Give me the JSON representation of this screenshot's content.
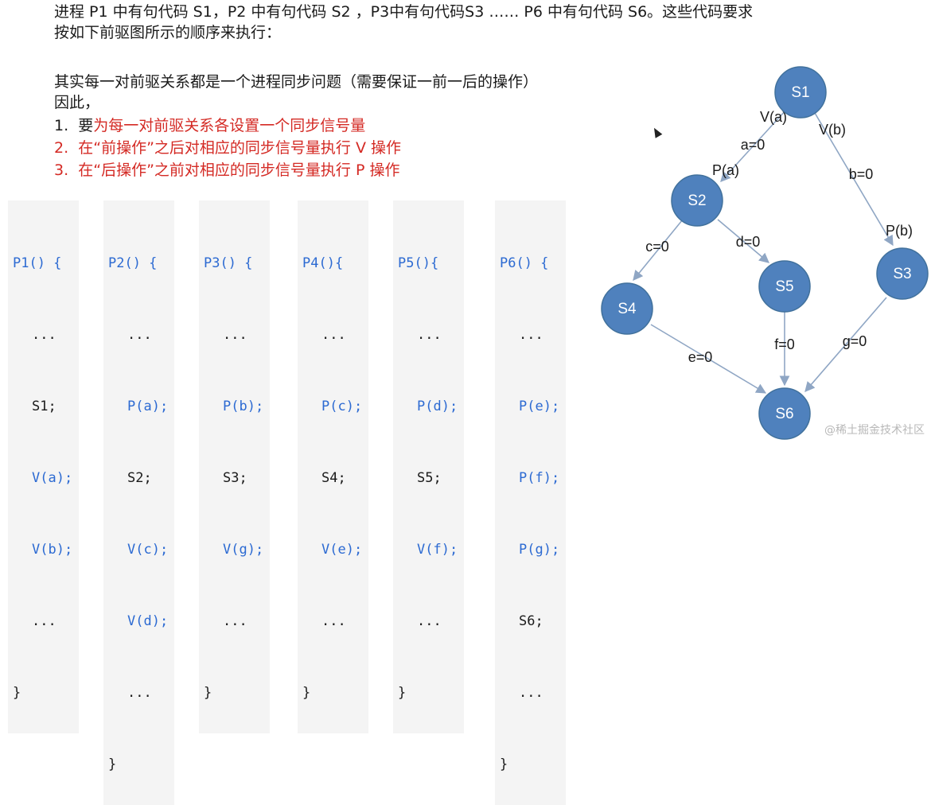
{
  "intro": {
    "line1": "进程 P1 中有句代码 S1，P2 中有句代码 S2 ，P3中有句代码S3 …… P6 中有句代码 S6。这些代码要求",
    "line2": "按如下前驱图所示的顺序来执行："
  },
  "explain": {
    "line1": "其实每一对前驱关系都是一个进程同步问题（需要保证一前一后的操作）",
    "line2": "因此，",
    "steps": [
      {
        "num": "1.",
        "prefix": "要",
        "text": "为每一对前驱关系各设置一个同步信号量"
      },
      {
        "num": "2.",
        "prefix": "",
        "text": "在“前操作”之后对相应的同步信号量执行 V 操作"
      },
      {
        "num": "3.",
        "prefix": "",
        "text": "在“后操作”之前对相应的同步信号量执行 P 操作"
      }
    ]
  },
  "code_blocks": [
    {
      "header": "P1() {",
      "lines": [
        "...",
        "S1;",
        "V(a);",
        "V(b);",
        "..."
      ],
      "close": "}"
    },
    {
      "header": "P2() {",
      "lines": [
        "...",
        "P(a);",
        "S2;",
        "V(c);",
        "V(d);",
        "..."
      ],
      "close": "}"
    },
    {
      "header": "P3() {",
      "lines": [
        "...",
        "P(b);",
        "S3;",
        "V(g);",
        "..."
      ],
      "close": "}"
    },
    {
      "header": "P4(){",
      "lines": [
        "...",
        "P(c);",
        "S4;",
        "V(e);",
        "..."
      ],
      "close": "}"
    },
    {
      "header": "P5(){",
      "lines": [
        "...",
        "P(d);",
        "S5;",
        "V(f);",
        "..."
      ],
      "close": "}"
    },
    {
      "header": "P6() {",
      "lines": [
        "...",
        "P(e);",
        "P(f);",
        "P(g);",
        "S6;",
        "..."
      ],
      "close": "}"
    }
  ],
  "graph": {
    "nodes": [
      "S1",
      "S2",
      "S3",
      "S4",
      "S5",
      "S6"
    ],
    "edge_labels": [
      "V(a)",
      "V(b)",
      "a=0",
      "P(a)",
      "b=0",
      "P(b)",
      "c=0",
      "d=0",
      "e=0",
      "f=0",
      "g=0"
    ]
  },
  "colors": {
    "accent_red": "#d42a24",
    "node_fill": "#4f81bd",
    "code_keyword": "#2c6ad2"
  },
  "watermark": "@稀土掘金技术社区"
}
